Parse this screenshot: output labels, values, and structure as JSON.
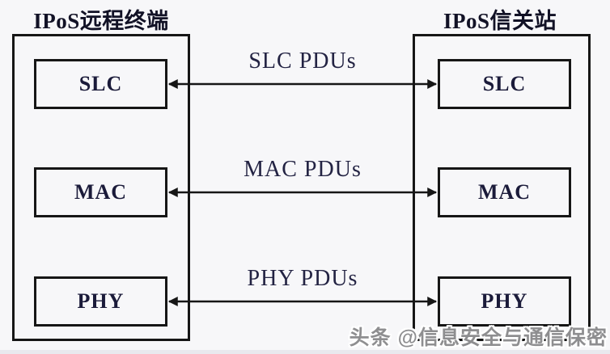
{
  "diagram": {
    "title_left": "IPoS远程终端",
    "title_right": "IPoS信关站",
    "left_column": {
      "title": "IPoS远程终端",
      "layers": [
        "SLC",
        "MAC",
        "PHY"
      ]
    },
    "right_column": {
      "title": "IPoS信关站",
      "layers": [
        "SLC",
        "MAC",
        "PHY"
      ]
    },
    "connections": [
      {
        "label": "SLC PDUs",
        "from": "SLC",
        "to": "SLC",
        "style": "double-arrow"
      },
      {
        "label": "MAC PDUs",
        "from": "MAC",
        "to": "MAC",
        "style": "double-arrow"
      },
      {
        "label": "PHY PDUs",
        "from": "PHY",
        "to": "PHY",
        "style": "double-arrow"
      }
    ],
    "watermark": "头条 @信息安全与通信保密",
    "colors": {
      "background": "#f7f7f9",
      "box_border": "#161616",
      "label_text": "#1b1b3a",
      "arrow": "#161616",
      "watermark_text": "#8e8e90"
    }
  }
}
